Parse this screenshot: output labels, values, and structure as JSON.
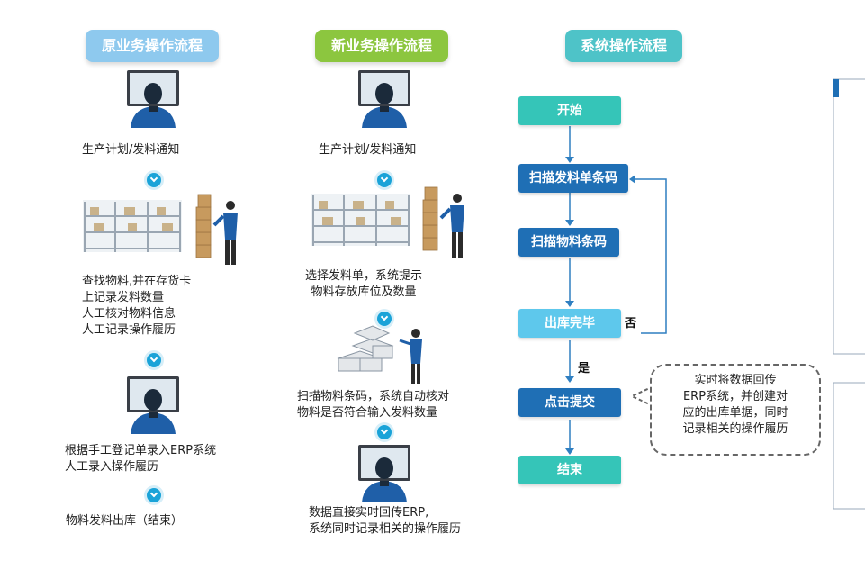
{
  "columns": {
    "old": {
      "title": "原业务操作流程",
      "color": "#8ec9ee",
      "steps": [
        "生产计划/发料通知",
        "查找物料,并在存货卡\n上记录发料数量\n人工核对物料信息\n人工记录操作履历",
        "根据手工登记单录入ERP系统\n人工录入操作履历",
        "物料发料出库（结束）"
      ]
    },
    "new": {
      "title": "新业务操作流程",
      "color": "#8cc63f",
      "steps": [
        "生产计划/发料通知",
        "选择发料单，系统提示\n物料存放库位及数量",
        "扫描物料条码，系统自动核对\n物料是否符合输入发料数量",
        "数据直接实时回传ERP,\n系统同时记录相关的操作履历"
      ]
    },
    "system": {
      "title": "系统操作流程",
      "color": "#4ec3c8",
      "nodes": {
        "start": "开始",
        "scan_order": "扫描发料单条码",
        "scan_material": "扫描物料条码",
        "done": "出库完毕",
        "submit": "点击提交",
        "end": "结束"
      },
      "no_label": "否",
      "yes_label": "是",
      "note": "实时将数据回传\nERP系统，并创建对\n应的出库单据，同时\n记录相关的操作履历"
    }
  },
  "colors": {
    "teal": "#35c5b8",
    "navy": "#1f6fb5",
    "light_blue": "#5ec8ec",
    "chevron": "#1aa3d8",
    "arrow": "#2f7fc1"
  }
}
